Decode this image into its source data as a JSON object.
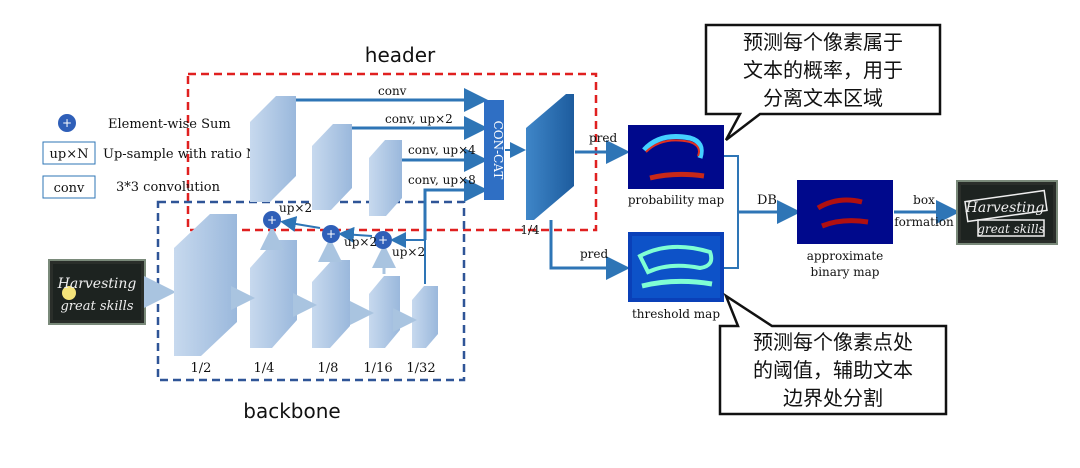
{
  "header_label": "header",
  "backbone_label": "backbone",
  "legend": {
    "sum": "Element-wise Sum",
    "upsample_tag": "up×N",
    "upsample": "Up-sample with ratio N",
    "conv_tag": "conv",
    "conv": "3*3 convolution"
  },
  "concat_label": "CON-CAT",
  "header_branches": [
    "conv",
    "conv, up×2",
    "conv, up×4",
    "conv, up×8"
  ],
  "up_labels": [
    "up×2",
    "up×2",
    "up×2"
  ],
  "scales": [
    "1/2",
    "1/4",
    "1/8",
    "1/16",
    "1/32"
  ],
  "fused_scale": "1/4",
  "pred_label": "pred",
  "pred_label_2": "pred",
  "prob_caption": "probability map",
  "thresh_caption": "threshold map",
  "db_label": "DB",
  "approx_caption_1": "approximate",
  "approx_caption_2": "binary map",
  "box_label": "box",
  "formation_label": "formation",
  "callout_top": [
    "预测每个像素属于",
    "文本的概率，用于",
    "分离文本区域"
  ],
  "callout_bottom": [
    "预测每个像素点处",
    "的阈值，辅助文本",
    "边界处分割"
  ],
  "colors": {
    "arrow": "#2e75b6",
    "header_box": "#e02020",
    "backbone_box": "#2f5597",
    "feature": "#a9c4e0",
    "concat": "#2f6fc4"
  }
}
